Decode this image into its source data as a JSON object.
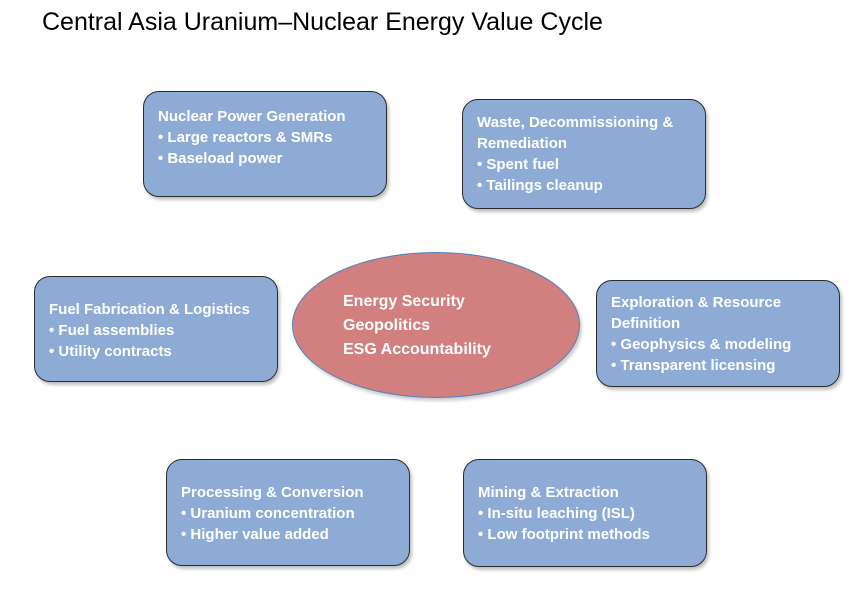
{
  "title": "Central Asia Uranium–Nuclear Energy Value Cycle",
  "center": {
    "lines": [
      "Energy Security",
      "Geopolitics",
      "ESG Accountability"
    ]
  },
  "boxes": [
    {
      "heading": [
        "Nuclear Power Generation"
      ],
      "bullets": [
        "• Large reactors & SMRs",
        "• Baseload power"
      ]
    },
    {
      "heading": [
        "Waste, Decommissioning &",
        "Remediation"
      ],
      "bullets": [
        "• Spent fuel",
        "• Tailings cleanup"
      ]
    },
    {
      "heading": [
        "Fuel Fabrication & Logistics"
      ],
      "bullets": [
        "• Fuel assemblies",
        "• Utility contracts"
      ]
    },
    {
      "heading": [
        "Exploration & Resource",
        "Definition"
      ],
      "bullets": [
        "• Geophysics & modeling",
        "• Transparent licensing"
      ]
    },
    {
      "heading": [
        "Processing & Conversion"
      ],
      "bullets": [
        "• Uranium concentration",
        "• Higher value added"
      ]
    },
    {
      "heading": [
        "Mining & Extraction"
      ],
      "bullets": [
        "• In-situ leaching (ISL)",
        "• Low footprint methods"
      ]
    }
  ],
  "colors": {
    "box": "#8eabd6",
    "center": "#d17f7f"
  }
}
